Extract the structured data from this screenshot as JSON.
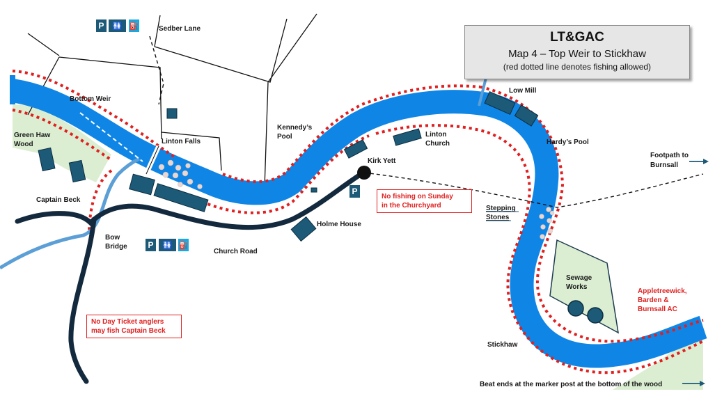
{
  "title": {
    "heading": "LT&GAC",
    "subtitle": "Map 4 – Top Weir to Stickhaw",
    "note": "(red dotted line denotes fishing allowed)"
  },
  "labels": {
    "sedber_lane": "Sedber Lane",
    "bottom_weir": "Bottom Weir",
    "green_haw_wood_1": "Green Haw",
    "green_haw_wood_2": "Wood",
    "linton_falls": "Linton Falls",
    "kennedys_pool_1": "Kennedy’s",
    "kennedys_pool_2": "Pool",
    "low_mill": "Low Mill",
    "linton_church_1": "Linton",
    "linton_church_2": "Church",
    "hardys_pool": "Hardy’s Pool",
    "kirk_yett": "Kirk Yett",
    "footpath_1": "Footpath  to",
    "footpath_2": "Burnsall",
    "captain_beck": "Captain Beck",
    "bow_bridge_1": "Bow",
    "bow_bridge_2": "Bridge",
    "church_road": "Church Road",
    "holme_house": "Holme House",
    "stepping_stones_1": "Stepping",
    "stepping_stones_2": "Stones",
    "sewage_works_1": "Sewage",
    "sewage_works_2": "Works",
    "abbac_1": "Appletreewick,",
    "abbac_2": "Barden &",
    "abbac_3": "Burnsall AC",
    "stickhaw": "Stickhaw",
    "beat_end": "Beat ends at the marker post at the bottom of the wood"
  },
  "notices": {
    "sunday_1": "No fishing on Sunday",
    "sunday_2": "in the Churchyard",
    "captain_beck_1": "No Day Ticket anglers",
    "captain_beck_2": "may fish Captain Beck"
  },
  "symbols": {
    "parking": "P",
    "toilets": "🚻",
    "charging": "⛽"
  },
  "colors": {
    "river": "#0f86e6",
    "fishing_line": "#e02020",
    "road": "#13293d",
    "building": "#1d5a78",
    "woodland": "#dbeed2",
    "beck": "#5b9fd6"
  }
}
